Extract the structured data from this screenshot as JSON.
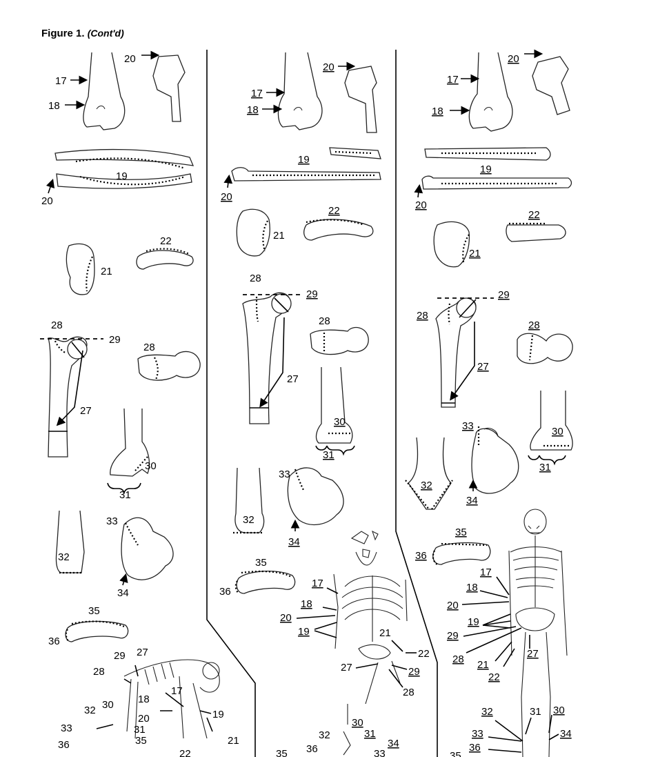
{
  "figure": {
    "title": "Figure 1.",
    "continued": "(Cont'd)"
  },
  "labels": {
    "l17": "17",
    "l18": "18",
    "l19": "19",
    "l20": "20",
    "l21": "21",
    "l22": "22",
    "l27": "27",
    "l28": "28",
    "l29": "29",
    "l30": "30",
    "l31": "31",
    "l32": "32",
    "l33": "33",
    "l34": "34",
    "l35": "35",
    "l36": "36"
  },
  "panels": [
    "left",
    "middle",
    "right"
  ]
}
